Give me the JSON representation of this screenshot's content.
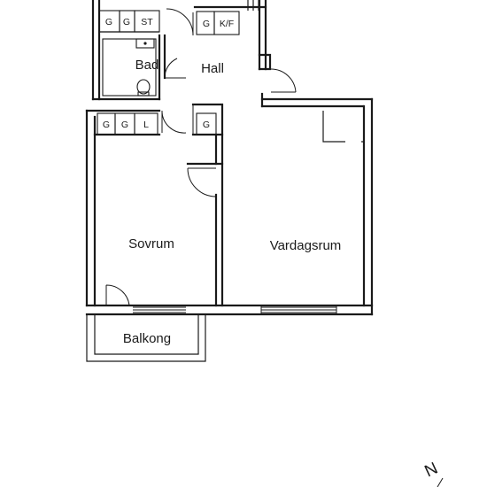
{
  "rooms": {
    "bad": "Bad",
    "hall": "Hall",
    "sovrum": "Sovrum",
    "vardagsrum": "Vardagsrum",
    "balkong": "Balkong"
  },
  "closets": {
    "top_left": [
      "G",
      "G",
      "ST"
    ],
    "top_right": [
      "G",
      "K/F"
    ],
    "middle_left": [
      "G",
      "G",
      "L"
    ],
    "middle_right": [
      "G"
    ]
  },
  "compass": {
    "label": "N"
  }
}
